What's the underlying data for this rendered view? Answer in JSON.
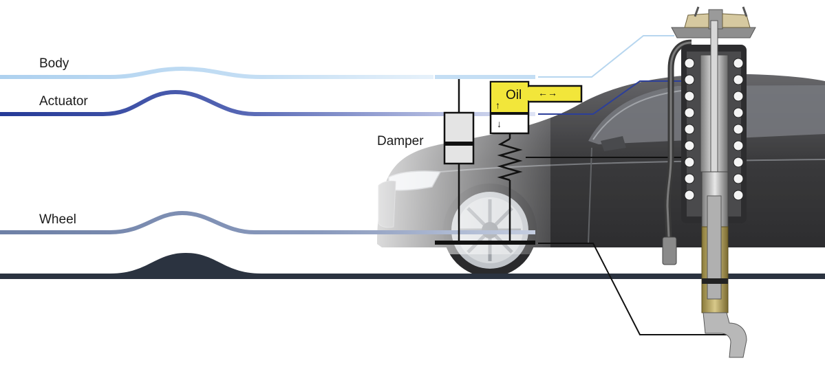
{
  "diagram": {
    "labels": {
      "body": "Body",
      "actuator": "Actuator",
      "wheel": "Wheel",
      "damper": "Damper",
      "oil": "Oil"
    },
    "symbols": {
      "flow_arrows": "←→",
      "up_arrow": "↑",
      "down_arrow": "↓"
    },
    "colors": {
      "body_line": "#b7d6ef",
      "actuator_line": "#2c3f9a",
      "wheel_line": "#7183a8",
      "road": "#2b3340",
      "oil": "#f2e63a",
      "car": "#2e2e30"
    }
  }
}
